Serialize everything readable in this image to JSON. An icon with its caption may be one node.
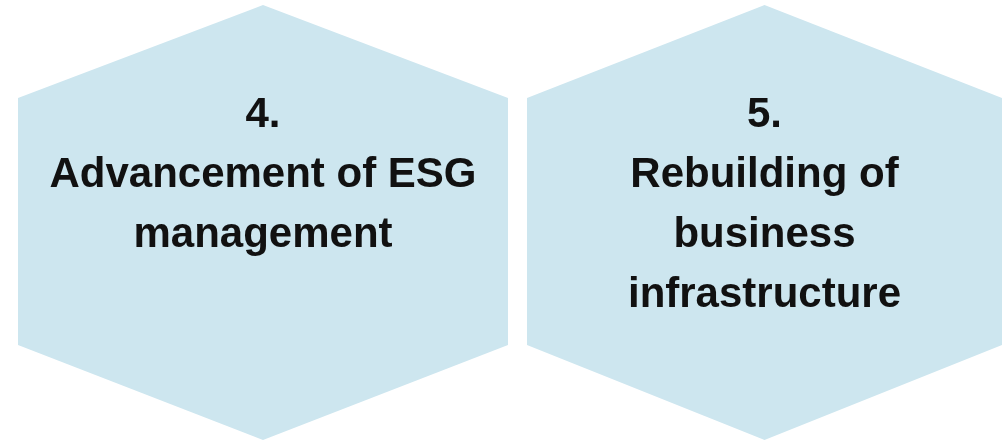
{
  "diagram": {
    "nodes": [
      {
        "text": [
          "4.",
          "Advancement of ESG management"
        ]
      },
      {
        "text": [
          "5.",
          "Rebuilding of business infrastructure"
        ]
      }
    ]
  }
}
